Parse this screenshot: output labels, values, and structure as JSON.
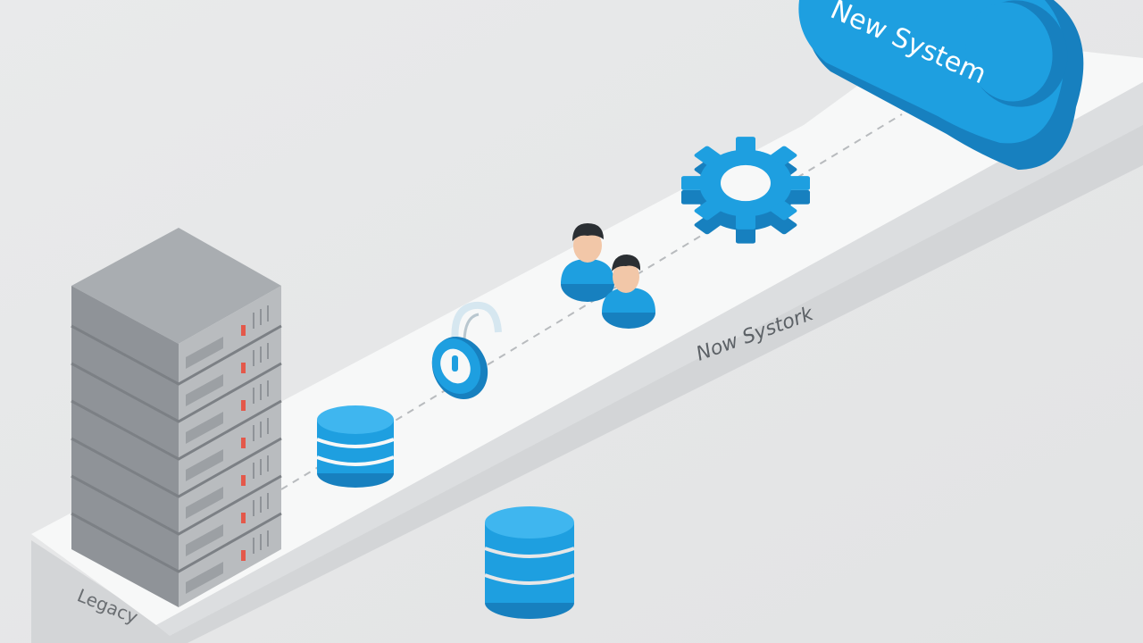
{
  "labels": {
    "cloud": "New System",
    "track": "Now Systork",
    "base": "Legacy"
  },
  "colors": {
    "background": "#e6e7e8",
    "platform_top": "#f7f8f8",
    "platform_side": "#d3d5d7",
    "blue_main": "#1e9fe0",
    "blue_light": "#3fb6ef",
    "blue_dark": "#1780bf",
    "server_top": "#a9adb1",
    "server_front": "#8f9398",
    "server_side": "#b9bcbf",
    "server_led": "#e4584a",
    "dashed_line": "#b8bbbe"
  },
  "icons": [
    "server-rack-icon",
    "database-icon",
    "padlock-icon",
    "users-icon",
    "gear-icon",
    "cloud-icon"
  ]
}
